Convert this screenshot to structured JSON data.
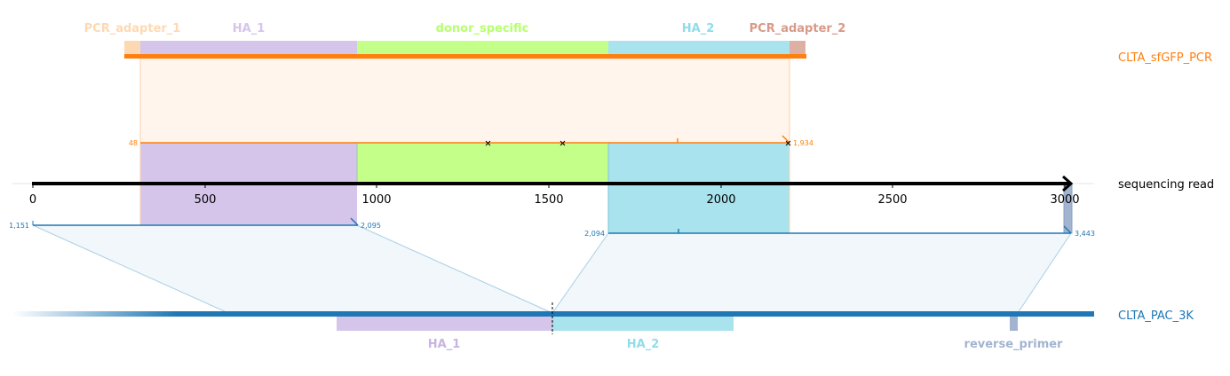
{
  "alignment_view": {
    "reference_track": {
      "name": "CLTA_sfGFP_PCR",
      "color": "#ff7f0e",
      "features": [
        {
          "label": "PCR_adapter_1",
          "color": "#fdd9b3"
        },
        {
          "label": "HA_1",
          "color": "#d5c5ea"
        },
        {
          "label": "donor_specific",
          "color": "#c4ff8a"
        },
        {
          "label": "HA_2",
          "color": "#a8e3ee"
        },
        {
          "label": "PCR_adapter_2",
          "color": "#deb0a3"
        }
      ],
      "alignment_start_label": "48",
      "alignment_end_label": "1,934"
    },
    "read": {
      "name": "sequencing read",
      "color": "#000000",
      "ticks": [
        "0",
        "500",
        "1000",
        "1500",
        "2000",
        "2500",
        "3000"
      ],
      "segment_1": {
        "start_label": "1,151",
        "end_label": "2,095"
      },
      "segment_2": {
        "start_label": "2,094",
        "end_label": "3,443"
      }
    },
    "target_track": {
      "name": "CLTA_PAC_3K",
      "color": "#1f77b4",
      "features": [
        {
          "label": "HA_1",
          "color": "#d5c5ea"
        },
        {
          "label": "HA_2",
          "color": "#a8e3ee"
        },
        {
          "label": "reverse_primer",
          "color": "#a2b4d0"
        }
      ]
    }
  }
}
